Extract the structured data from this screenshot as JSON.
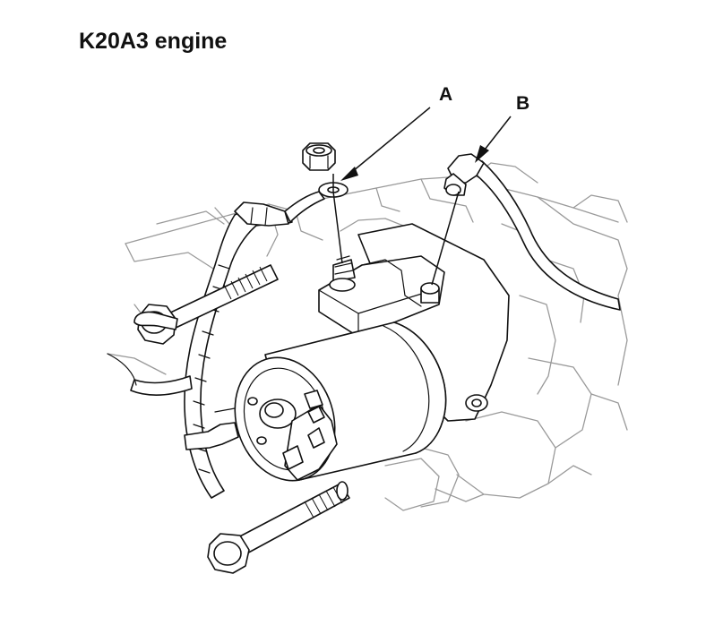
{
  "title": "K20A3 engine",
  "callouts": {
    "a": "A",
    "b": "B"
  },
  "colors": {
    "line": "#111111",
    "background_line": "#9a9a9a",
    "paper": "#ffffff"
  }
}
